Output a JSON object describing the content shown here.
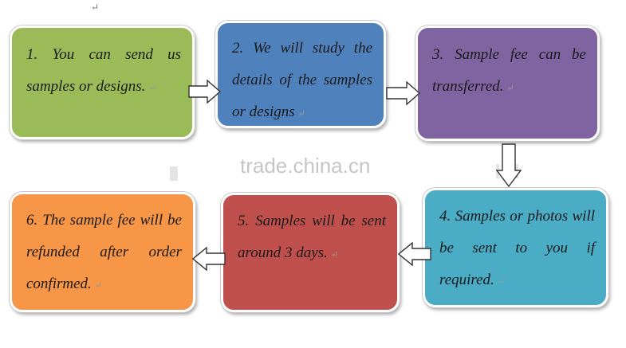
{
  "steps": [
    {
      "text": "1. You can send us samples or designs.",
      "color": "#9bbb59"
    },
    {
      "text": "2. We will study the details of the samples or designs",
      "color": "#4f81bd"
    },
    {
      "text": "3. Sample fee can be transferred.",
      "color": "#8064a2"
    },
    {
      "text": "4. Samples or photos will be sent to you if required.",
      "color": "#4bacc6"
    },
    {
      "text": "5. Samples will be sent around 3 days.",
      "color": "#c0504d"
    },
    {
      "text": "6. The sample fee will be refunded after order confirmed.",
      "color": "#f79646"
    }
  ],
  "watermark": "trade.china.cn",
  "paragraph_mark": "↵",
  "small_mark": "↵"
}
